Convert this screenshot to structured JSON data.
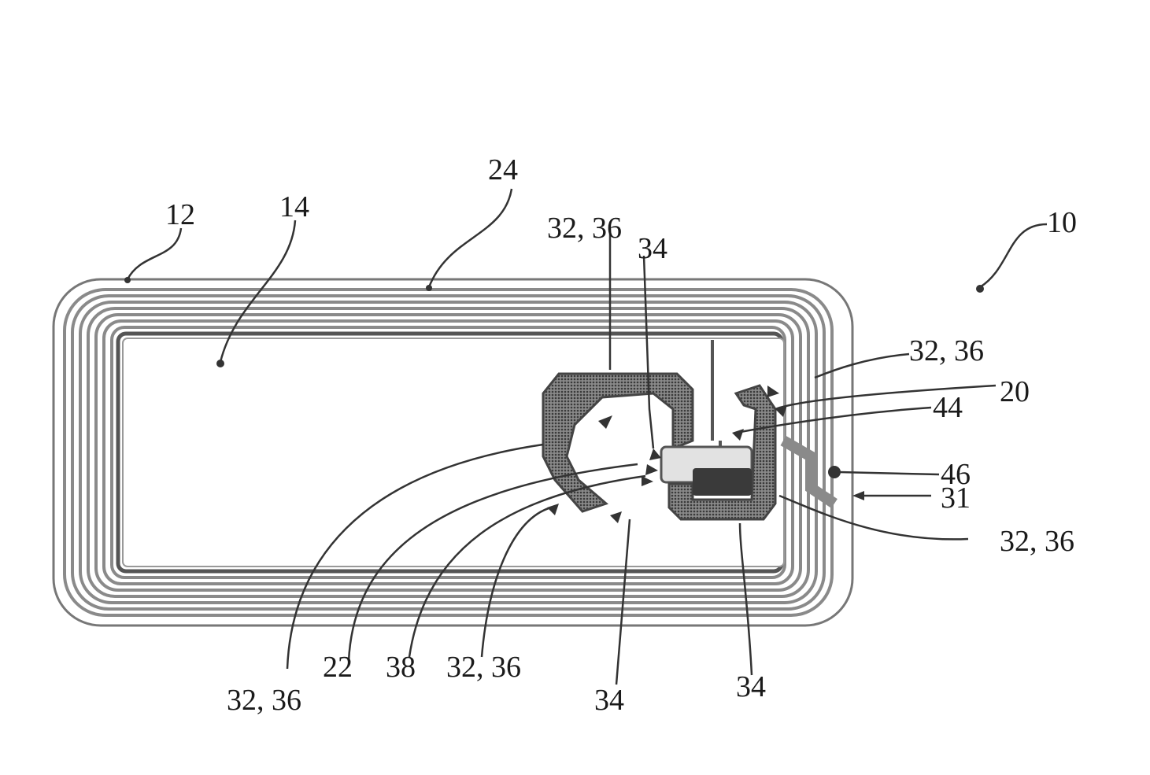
{
  "figure": {
    "labels": {
      "device": "10",
      "antenna_outer": "12",
      "inner_area": "14",
      "chip": "20",
      "chip_pad": "22",
      "substrate": "24",
      "bridge_left": "31",
      "conn_top": "32, 36",
      "conn_top_34": "34",
      "conn_right_top": "32, 36",
      "conn_right_bottom": "32, 36",
      "pad_44": "44",
      "pad_46": "46",
      "conn_bottom_a": "32, 36",
      "conn_bottom_b": "32, 36",
      "label_38": "38",
      "label_34_a": "34",
      "label_34_b": "34"
    },
    "colors": {
      "coil": "#9a9a9a",
      "coil_dark": "#5a5a5a",
      "trace": "#555555",
      "chip": "#d0d0d0",
      "ink": "#1a1a1a"
    }
  }
}
